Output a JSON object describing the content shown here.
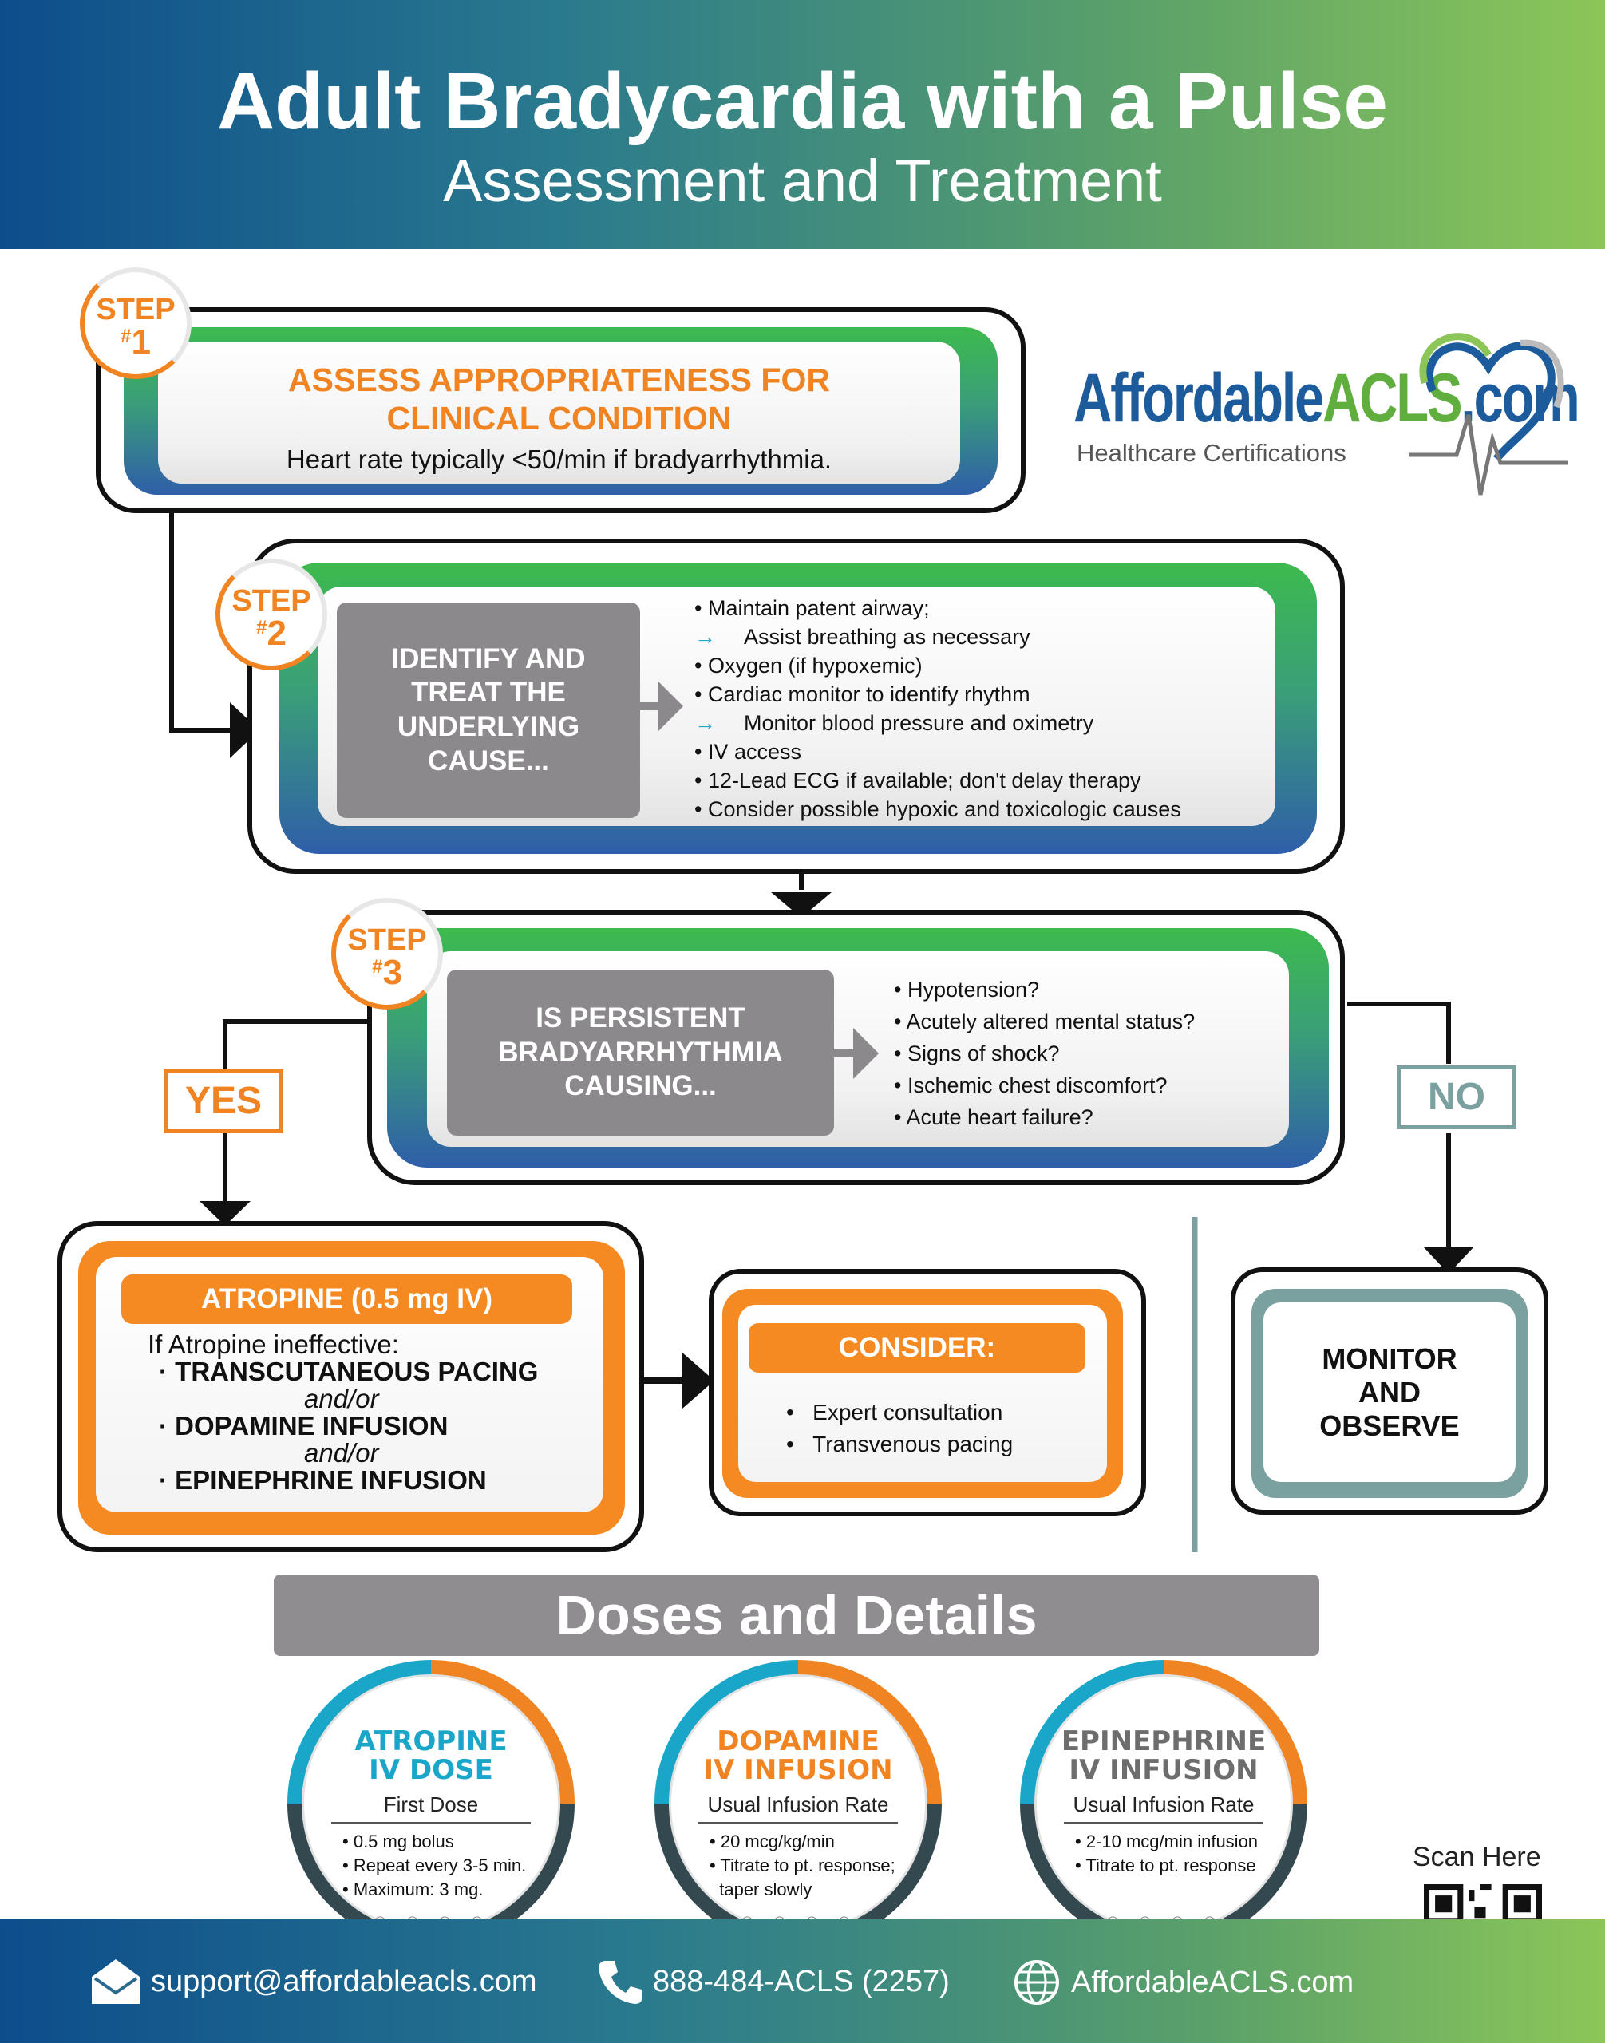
{
  "header": {
    "title": "Adult Bradycardia with a Pulse",
    "subtitle": "Assessment and Treatment"
  },
  "steps": [
    {
      "badge_word": "STEP",
      "badge_num": "1",
      "title_line1": "ASSESS APPROPRIATENESS FOR",
      "title_line2": "CLINICAL CONDITION",
      "text": "Heart rate typically <50/min if bradyarrhythmia."
    },
    {
      "badge_word": "STEP",
      "badge_num": "2",
      "box_lines": [
        "IDENTIFY AND",
        "TREAT THE",
        "UNDERLYING",
        "CAUSE..."
      ],
      "items": [
        "Maintain patent airway;",
        "Assist breathing as necessary",
        "Oxygen (if hypoxemic)",
        "Cardiac monitor to identify rhythm",
        "Monitor blood pressure and oximetry",
        "IV access",
        "12-Lead ECG if available; don't delay therapy",
        "Consider possible hypoxic and toxicologic causes"
      ]
    },
    {
      "badge_word": "STEP",
      "badge_num": "3",
      "box_lines": [
        "IS PERSISTENT",
        "BRADYARRHYTHMIA",
        "CAUSING..."
      ],
      "items": [
        "Hypotension?",
        "Acutely altered mental status?",
        "Signs of shock?",
        "Ischemic chest discomfort?",
        "Acute heart failure?"
      ]
    }
  ],
  "branches": {
    "yes": "YES",
    "no": "NO"
  },
  "atropine_box": {
    "title": "ATROPINE (0.5 mg IV)",
    "intro": "If Atropine ineffective:",
    "opt1": "TRANSCUTANEOUS PACING",
    "andor1": "and/or",
    "opt2": "DOPAMINE INFUSION",
    "andor2": "and/or",
    "opt3": "EPINEPHRINE INFUSION"
  },
  "consider_box": {
    "title": "CONSIDER:",
    "items": [
      "Expert consultation",
      "Transvenous pacing"
    ]
  },
  "monitor_box": {
    "lines": [
      "MONITOR",
      "AND",
      "OBSERVE"
    ]
  },
  "logo": {
    "brand_part1": "Affordable",
    "brand_part2": "ACLS",
    "brand_part3": ".com",
    "tagline": "Healthcare Certifications"
  },
  "doses": {
    "heading": "Doses and Details",
    "cards": [
      {
        "title1": "ATROPINE",
        "title2": "IV DOSE",
        "subtitle": "First Dose",
        "items": [
          "0.5 mg bolus",
          "Repeat every 3-5 min.",
          "Maximum: 3 mg."
        ],
        "color": "#19a6c9"
      },
      {
        "title1": "DOPAMINE",
        "title2": "IV INFUSION",
        "subtitle": "Usual Infusion Rate",
        "items": [
          "20 mcg/kg/min",
          "Titrate to pt. response;",
          "taper slowly"
        ],
        "color": "#f08422"
      },
      {
        "title1": "EPINEPHRINE",
        "title2": "IV INFUSION",
        "subtitle": "Usual Infusion Rate",
        "items": [
          "2-10 mcg/min infusion",
          "Titrate to pt. response"
        ],
        "color": "#6d6d6d"
      }
    ]
  },
  "scan_label": "Scan Here",
  "footer": {
    "email": "support@affordableacls.com",
    "phone": "888-484-ACLS (2257)",
    "website": "AffordableACLS.com"
  },
  "colors": {
    "orange": "#f58a22",
    "teal_gray": "#7aa0a0",
    "gray_box": "#8b898c",
    "blue": "#0d4d8c",
    "green": "#8cc658"
  }
}
